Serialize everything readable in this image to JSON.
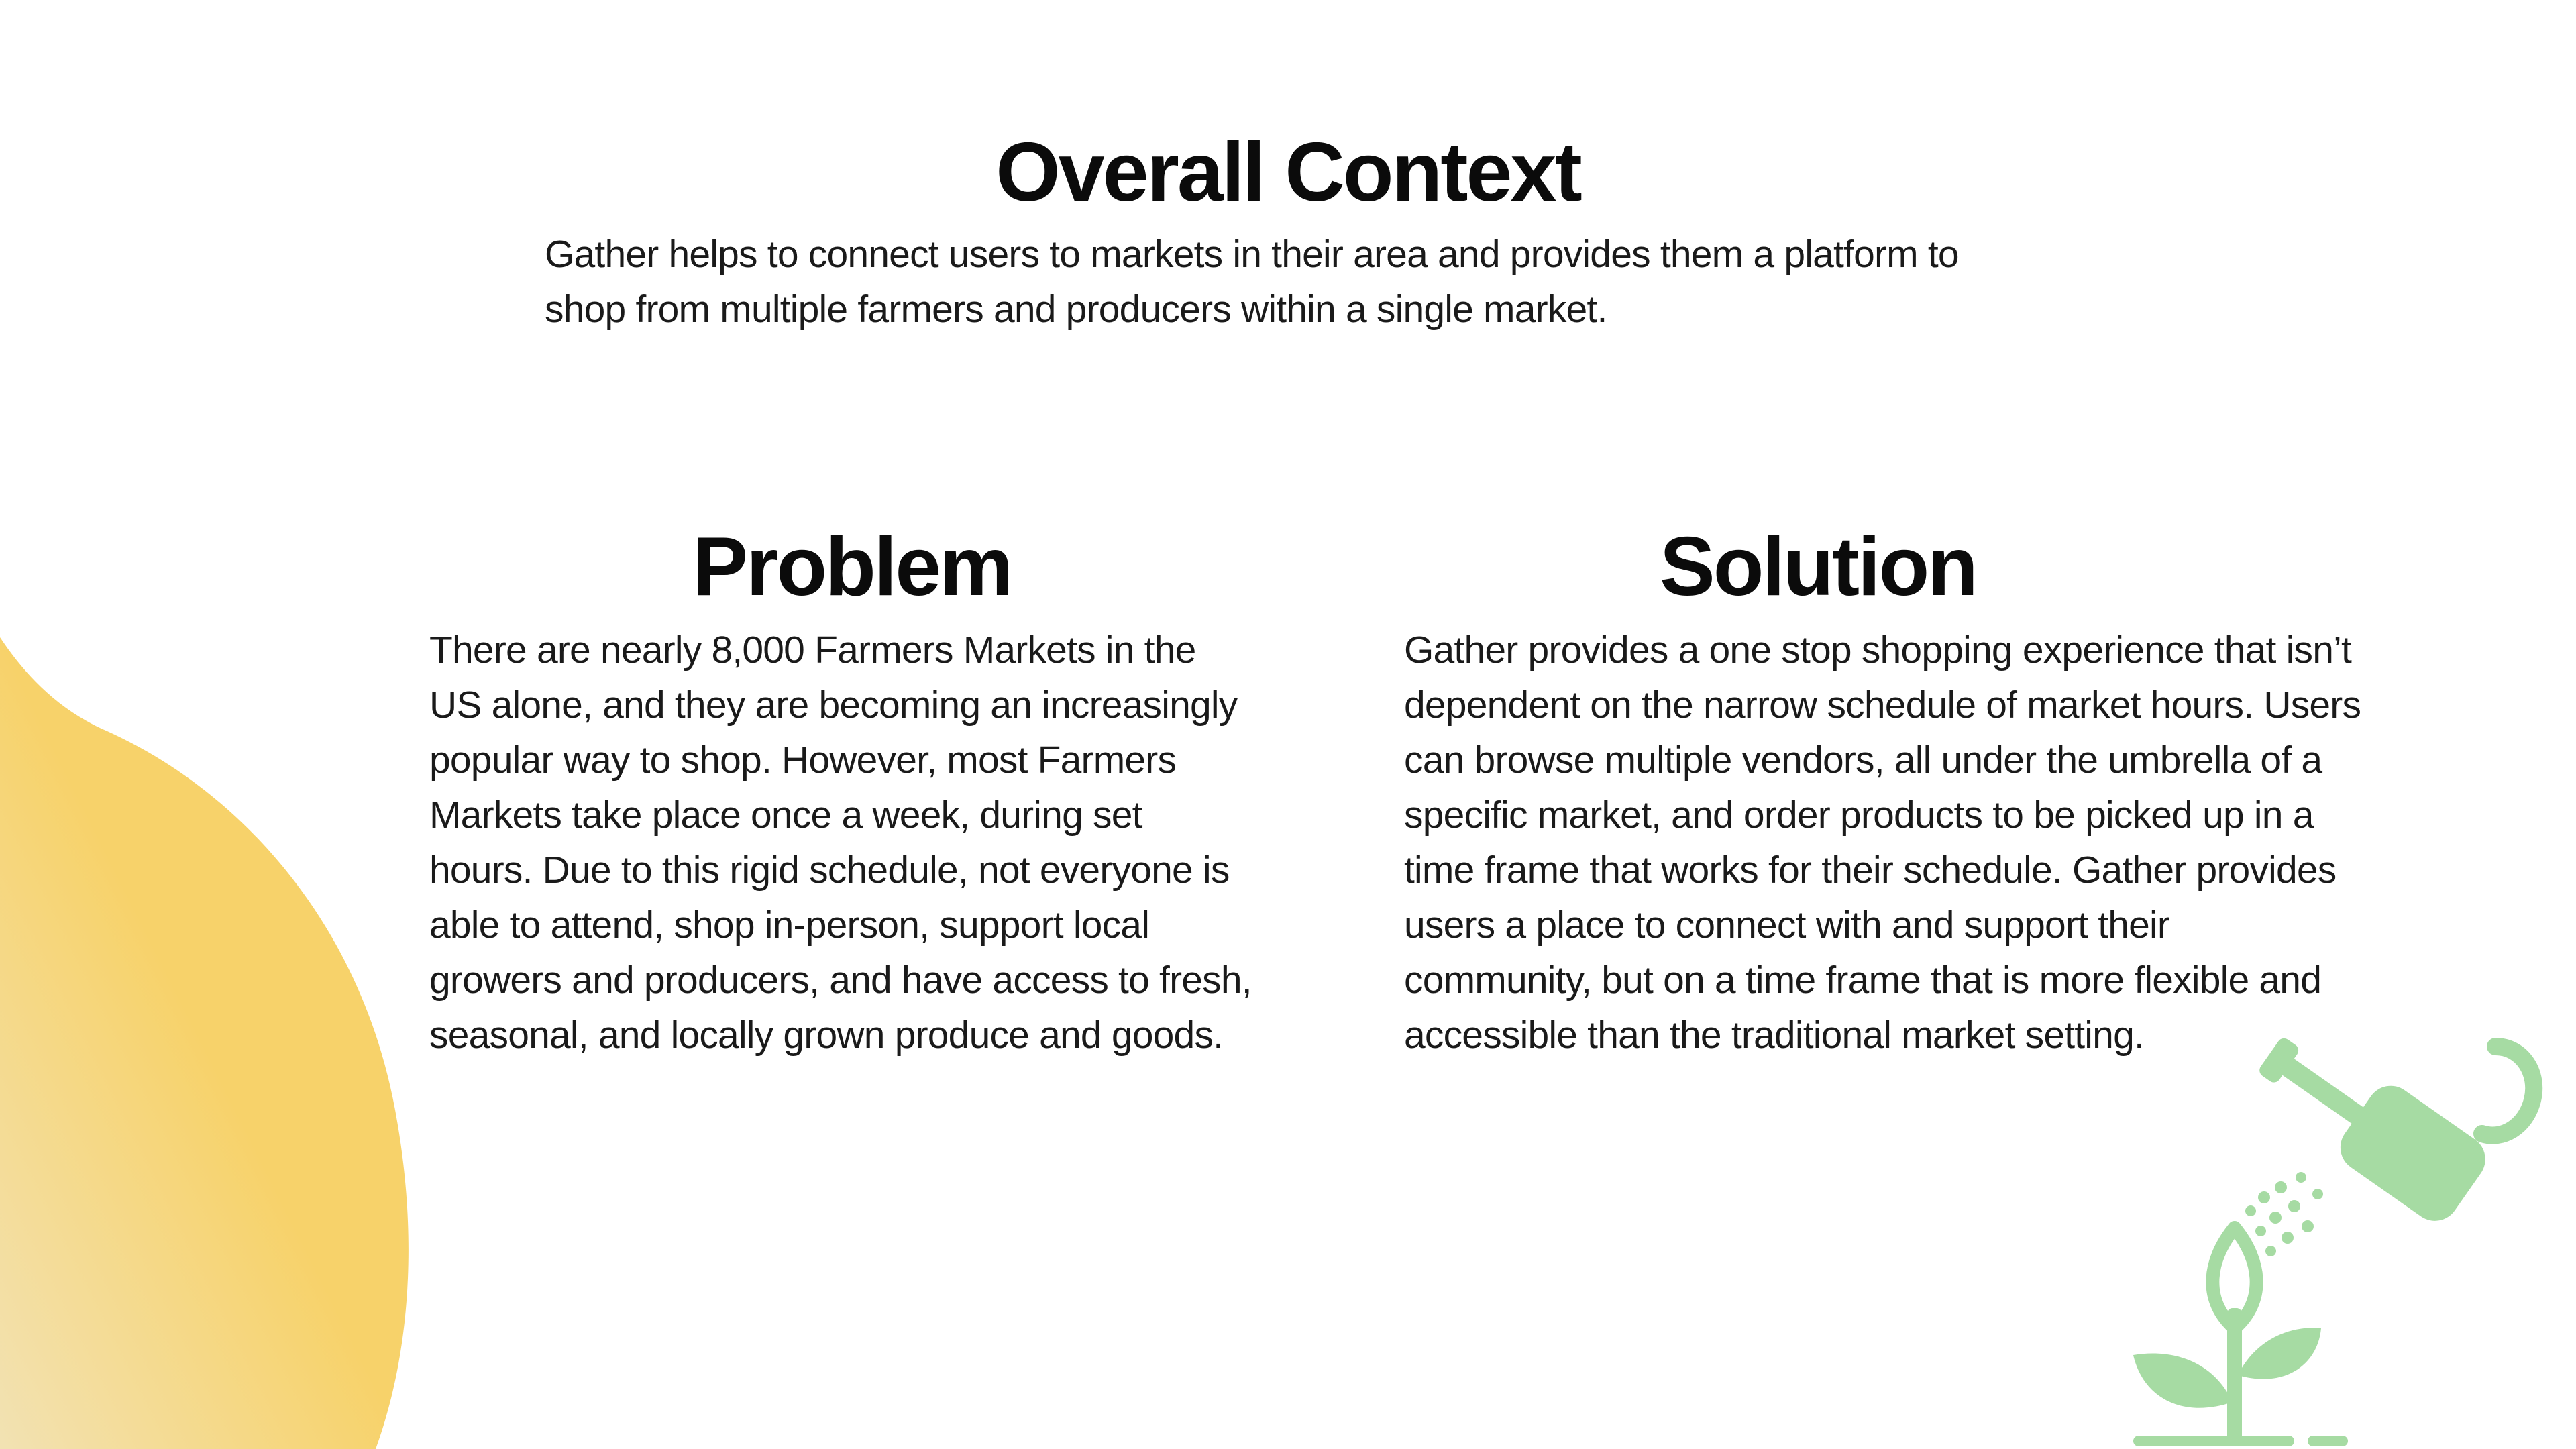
{
  "overall": {
    "title": "Overall Context",
    "text": "Gather helps to connect users to markets in their area and provides them a platform to shop from multiple farmers and producers within a single market."
  },
  "problem": {
    "title": "Problem",
    "text": "There are nearly 8,000 Farmers Markets in the US alone, and they are becoming an increasingly popular way to shop. However, most Farmers Markets take place once a week, during set hours. Due to this rigid schedule, not everyone is able to attend, shop in-person, support local growers and producers, and have access to fresh, seasonal, and locally grown produce and goods."
  },
  "solution": {
    "title": "Solution",
    "text": "Gather provides a one stop shopping experience that isn’t dependent on the narrow schedule of market hours. Users can browse multiple vendors, all under the umbrella of a specific market, and order products to be picked up in a time frame that works for their schedule. Gather provides users a place to connect with and support their community, but on a time frame that is more flexible and accessible than the traditional market setting."
  },
  "decorations": {
    "blob_icon": "yellow-leaf-blob",
    "illustration_icon": "watering-can-sprout-icon",
    "colors": {
      "blob_light": "#f2e2b3",
      "blob_main": "#f7d26a",
      "illustration_green": "#a6dba3",
      "text": "#1a1a1a"
    }
  }
}
